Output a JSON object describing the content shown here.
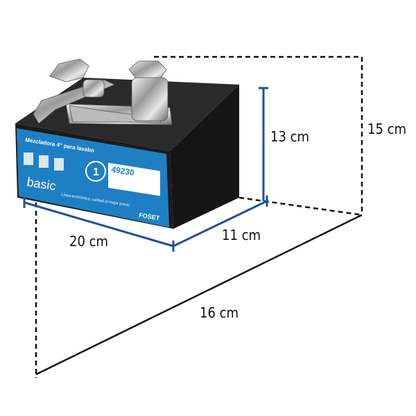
{
  "product": {
    "name_label": "Mezcladora 4\" para lavabo",
    "line_logo": "basic",
    "tagline": "Línea económica, calidad al mejor precio",
    "code": "49230",
    "brand_logo": "FOSET",
    "warranty_badge": "1",
    "box_color": "#1a1a1a",
    "label_color": "#1f7fc4"
  },
  "dimensions": {
    "width": "20 cm",
    "depth": "11 cm",
    "box_height": "13 cm",
    "total_height": "15 cm",
    "diagonal": "16 cm",
    "line_color": "#1e4f9c"
  }
}
